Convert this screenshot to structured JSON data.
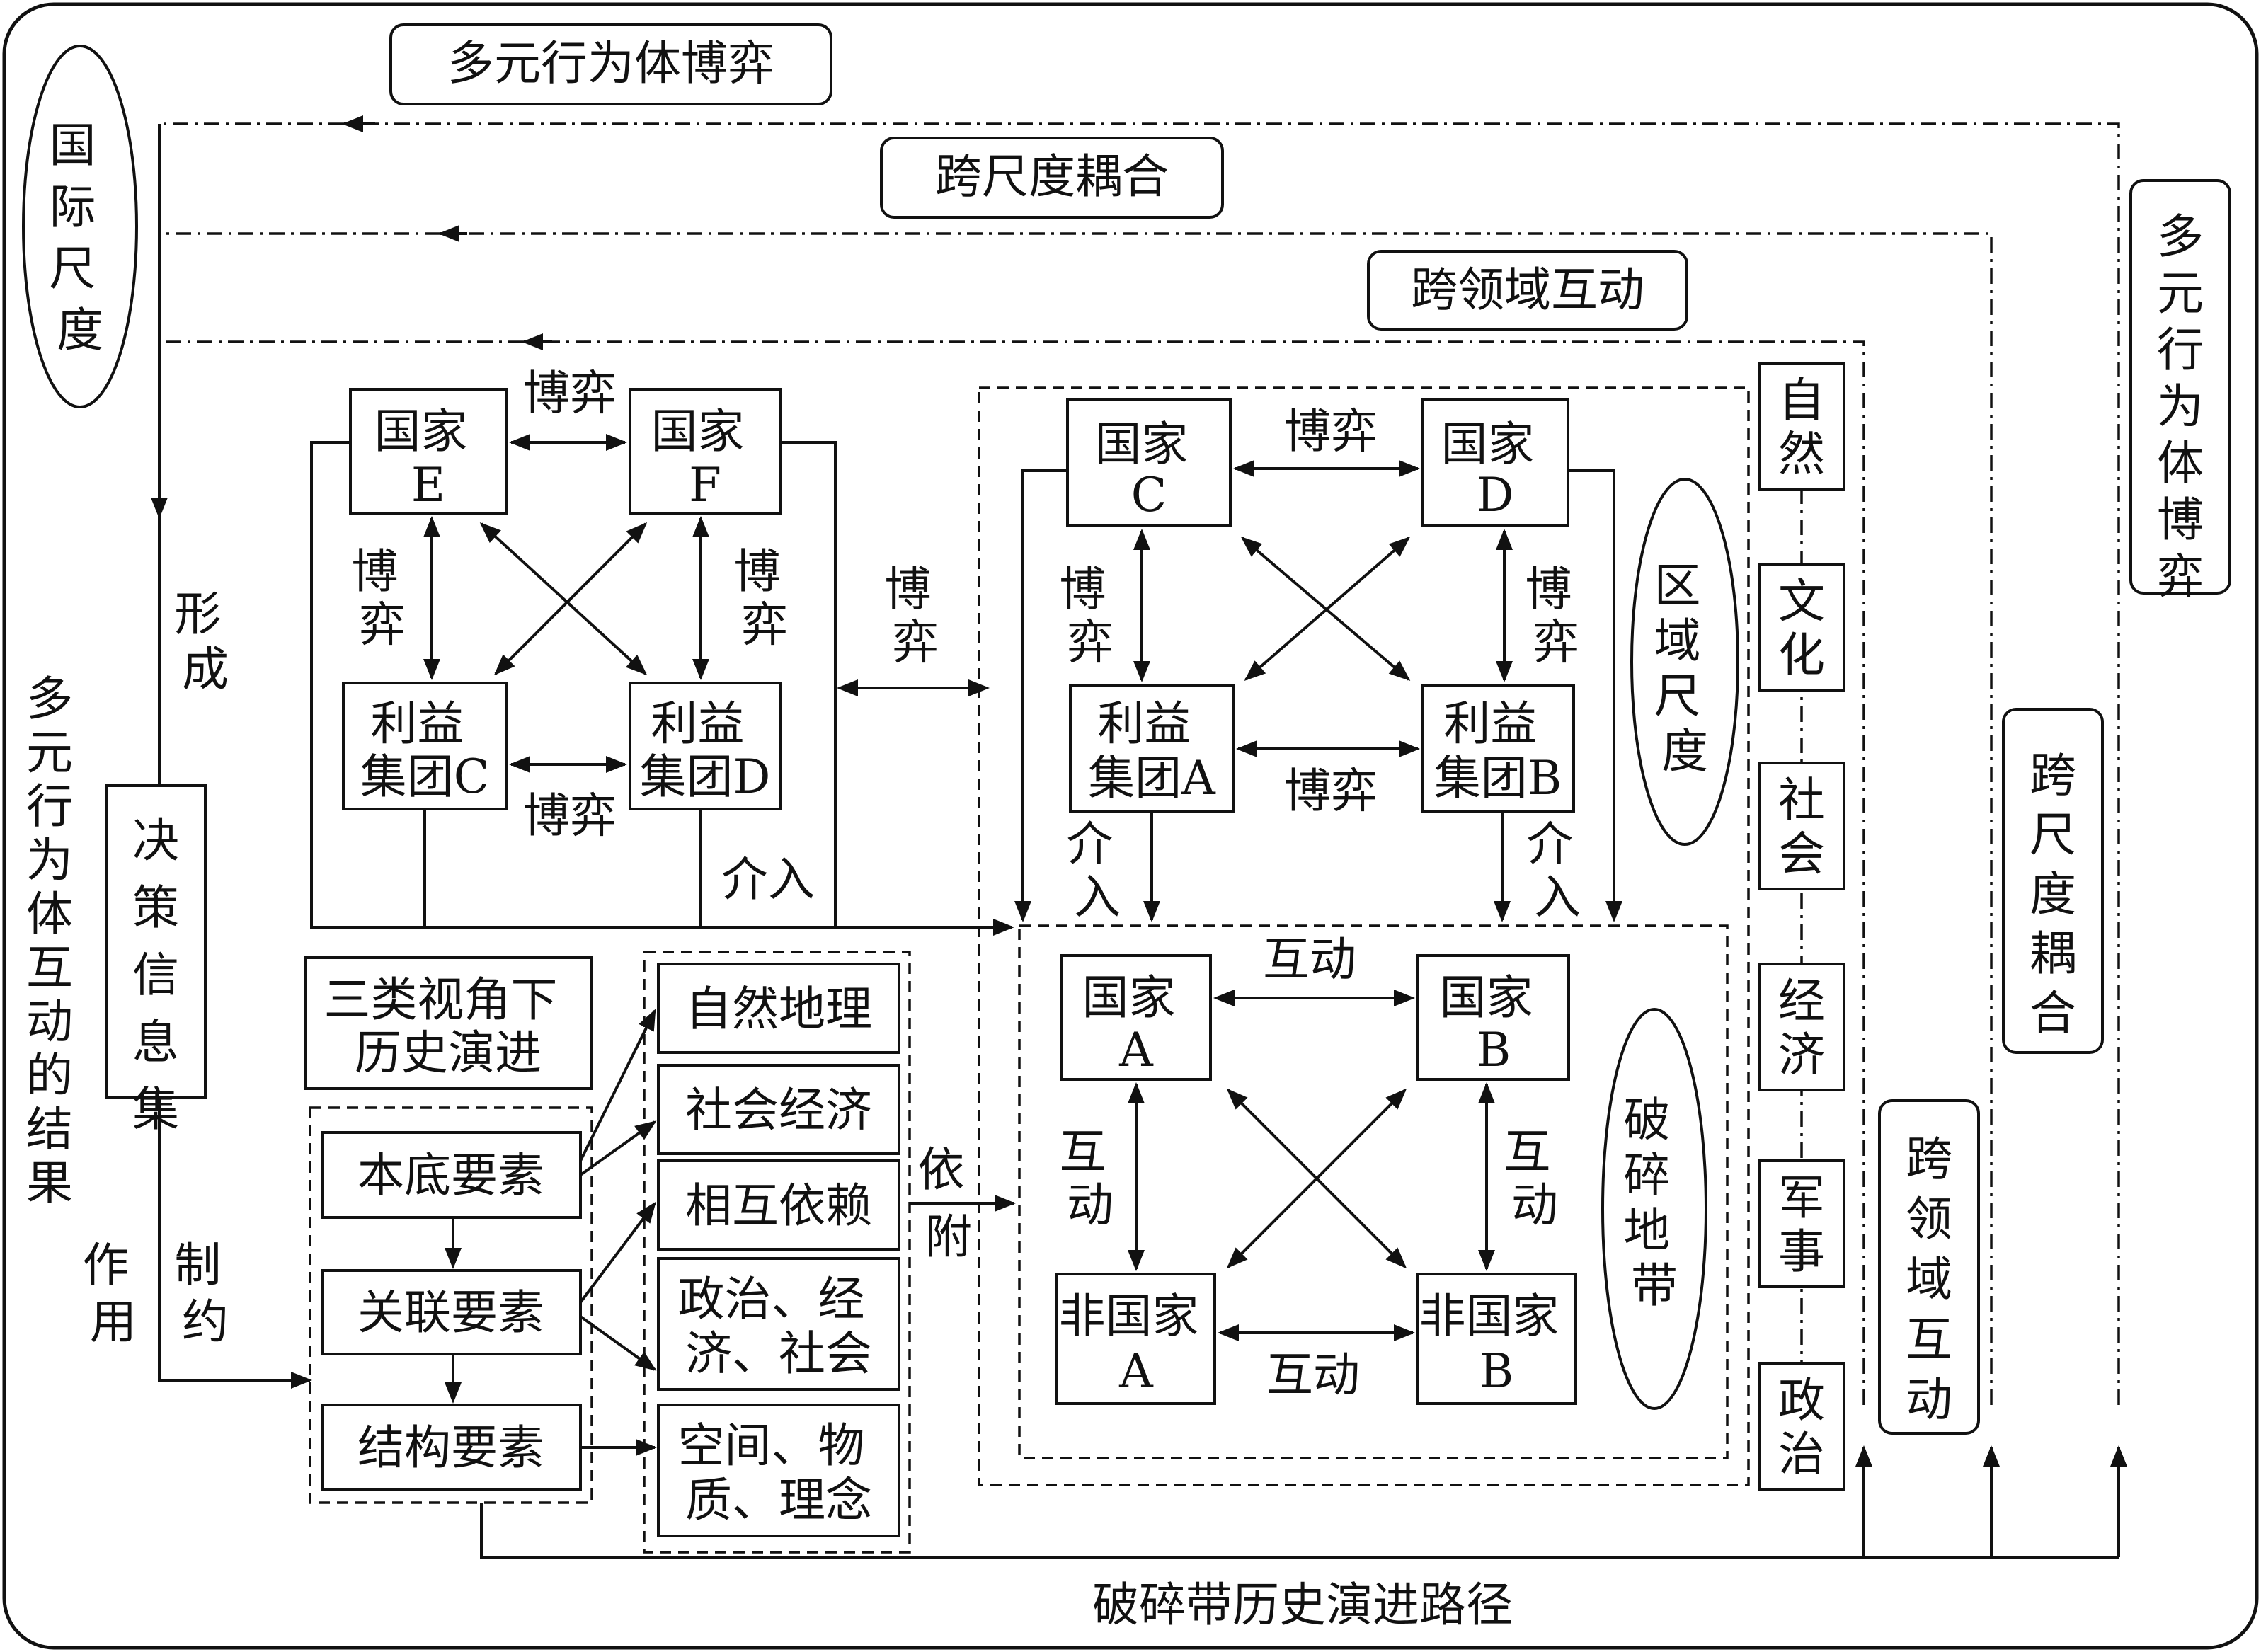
{
  "title_labels": {
    "multi_actor_game_top": "多元行为体博弈",
    "cross_scale_coupling_top": "跨尺度耦合",
    "cross_domain_interaction_top": "跨领域互动",
    "multi_actor_game_right": "多元行为体博弈",
    "cross_scale_coupling_right": "跨尺度耦合",
    "cross_domain_interaction_right": "跨领域互动"
  },
  "scales": {
    "international": "国际尺度",
    "regional": "区域尺度",
    "shatterbelt": "破碎地带"
  },
  "left_column": {
    "multi_actor_result": "多元行为体互动的结果",
    "decision_info_set": "决策信息集",
    "form": "形成",
    "effect": "作用",
    "constrain": "制约"
  },
  "international_group": {
    "state_e": [
      "国家",
      "E"
    ],
    "state_f": [
      "国家",
      "F"
    ],
    "interest_c": [
      "利益",
      "集团C"
    ],
    "interest_d": [
      "利益",
      "集团D"
    ],
    "game_top": "博弈",
    "game_bottom": "博弈",
    "game_left": "博弈",
    "game_right": "博弈",
    "intervene": "介入"
  },
  "middle_game": "博弈",
  "regional_group": {
    "state_c": [
      "国家",
      "C"
    ],
    "state_d": [
      "国家",
      "D"
    ],
    "interest_a": [
      "利益",
      "集团A"
    ],
    "interest_b": [
      "利益",
      "集团B"
    ],
    "game_top": "博弈",
    "game_bottom": "博弈",
    "game_left": "博弈",
    "game_right": "博弈",
    "intervene_left": "介入",
    "intervene_right": "介入"
  },
  "shatterbelt_group": {
    "state_a": [
      "国家",
      "A"
    ],
    "state_b": [
      "国家",
      "B"
    ],
    "nonstate_a": [
      "非国家",
      "A"
    ],
    "nonstate_b": [
      "非国家",
      "B"
    ],
    "interact_top": "互动",
    "interact_bottom": "互动",
    "interact_left": "互动",
    "interact_right": "互动"
  },
  "history": {
    "three_perspectives": [
      "三类视角下",
      "历史演进"
    ],
    "base_elements": "本底要素",
    "linked_elements": "关联要素",
    "structural_elements": "结构要素",
    "natural_geo": "自然地理",
    "socio_economic": "社会经济",
    "interdependence": "相互依赖",
    "political_econ_social": [
      "政治、经",
      "济、社会"
    ],
    "space_material_idea": [
      "空间、物",
      "质、理念"
    ],
    "attach": "依附",
    "path": "破碎带历史演进路径"
  },
  "domains": [
    "自然",
    "文化",
    "社会",
    "经济",
    "军事",
    "政治"
  ]
}
